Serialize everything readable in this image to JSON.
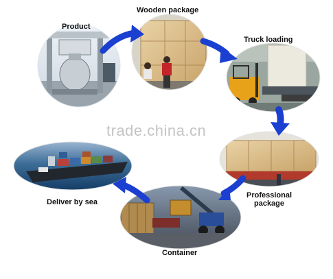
{
  "steps": {
    "product": {
      "label": "Product",
      "photo": "mixing-machine-photo"
    },
    "wooden_package": {
      "label": "Wooden package",
      "photo": "crate-workers-photo"
    },
    "truck_loading": {
      "label": "Truck loading",
      "photo": "forklift-truck-photo"
    },
    "professional_package": {
      "label_line1": "Professional",
      "label_line2": "package",
      "photo": "crate-on-trailer-photo"
    },
    "container": {
      "label": "Container",
      "photo": "container-yard-photo"
    },
    "deliver_by_sea": {
      "label": "Deliver by sea",
      "photo": "container-ship-photo"
    }
  },
  "watermark": "trade.china.cn",
  "colors": {
    "arrow": "#1a3fd1",
    "arrow_dark": "#0c2aa0"
  }
}
